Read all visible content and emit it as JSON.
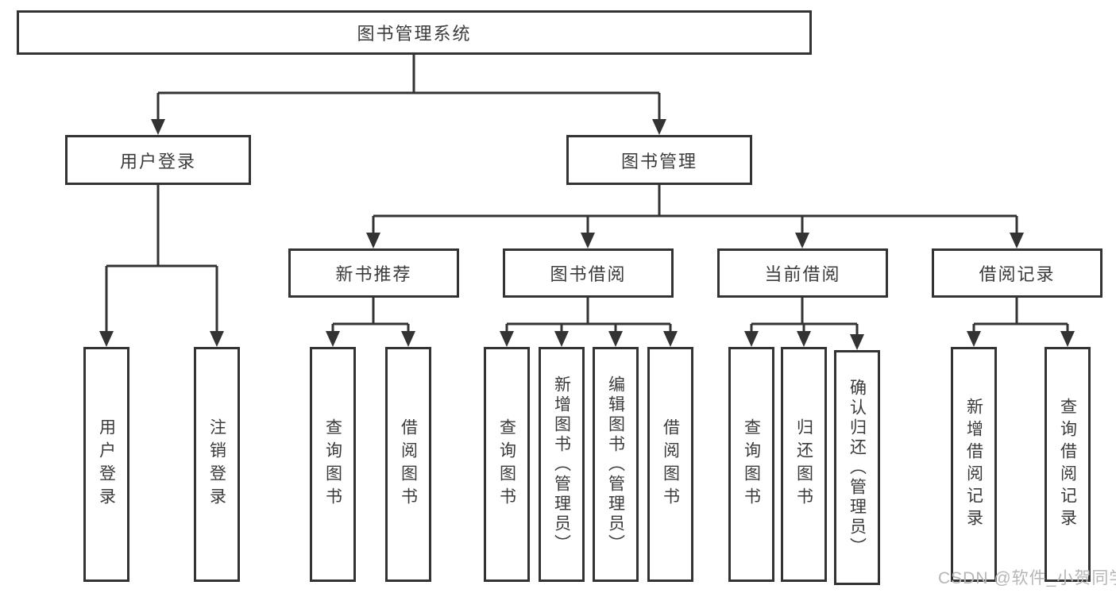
{
  "diagram": {
    "root": "图书管理系统",
    "branches": [
      {
        "label": "用户登录",
        "children": [
          {
            "label": "用户登录"
          },
          {
            "label": "注销登录"
          }
        ]
      },
      {
        "label": "图书管理",
        "children": [
          {
            "label": "新书推荐",
            "children": [
              {
                "label": "查询图书"
              },
              {
                "label": "借阅图书"
              }
            ]
          },
          {
            "label": "图书借阅",
            "children": [
              {
                "label": "查询图书"
              },
              {
                "label": "新增图书（管理员）"
              },
              {
                "label": "编辑图书（管理员）"
              },
              {
                "label": "借阅图书"
              }
            ]
          },
          {
            "label": "当前借阅",
            "children": [
              {
                "label": "查询图书"
              },
              {
                "label": "归还图书"
              },
              {
                "label": "确认归还（管理员）"
              }
            ]
          },
          {
            "label": "借阅记录",
            "children": [
              {
                "label": "新增借阅记录"
              },
              {
                "label": "查询借阅记录"
              }
            ]
          }
        ]
      }
    ]
  },
  "colors": {
    "line": "#333333",
    "watermark": "#b6b6b6",
    "background": "#ffffff"
  },
  "watermark": "CSDN @软件_小贺同学"
}
